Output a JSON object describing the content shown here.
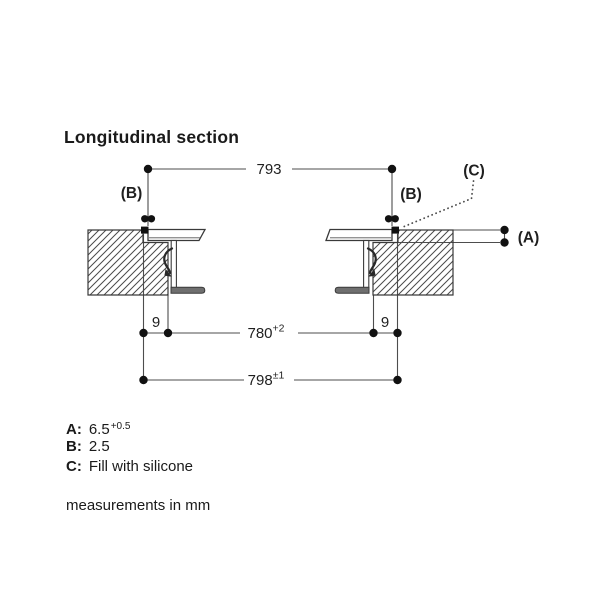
{
  "title": "Longitudinal section",
  "dims": {
    "top_width": {
      "value": "793",
      "tol": ""
    },
    "cutout_width": {
      "value": "780",
      "tol": "+2"
    },
    "outer_width": {
      "value": "798",
      "tol": "±1"
    },
    "ledge_left": "9",
    "ledge_right": "9"
  },
  "callouts": {
    "a": "(A)",
    "b_left": "(B)",
    "b_right": "(B)",
    "c": "(C)"
  },
  "legend": {
    "a_key": "A:",
    "a_value": "6.5",
    "a_tol": "+0.5",
    "b_key": "B:",
    "b_value": "2.5",
    "c_key": "C:",
    "c_value": "Fill with silicone"
  },
  "footnote": "measurements in mm",
  "colors": {
    "dimension_line": "#4d4d4d",
    "profile_line": "#3a3a3a",
    "dot": "#111111",
    "text": "#1a1a1a",
    "bracket_foot_fill": "#6f6f6f",
    "background": "#ffffff"
  }
}
